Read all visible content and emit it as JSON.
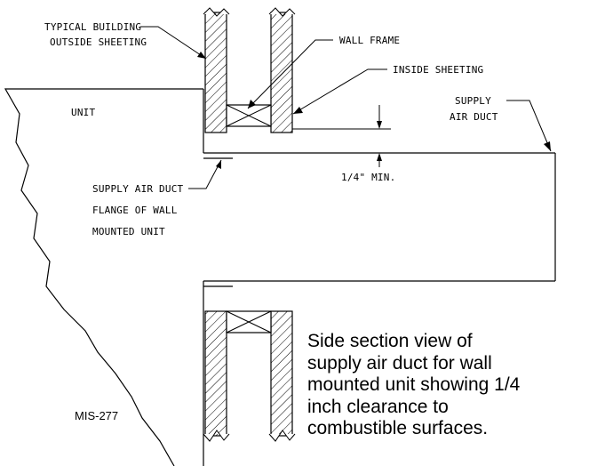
{
  "labels": {
    "typical_building": [
      "TYPICAL BUILDING",
      "OUTSIDE SHEETING"
    ],
    "wall_frame": "WALL FRAME",
    "inside_sheeting": "INSIDE SHEETING",
    "unit": "UNIT",
    "supply_air_duct": [
      "SUPPLY",
      "AIR DUCT"
    ],
    "clearance": "1/4\" MIN.",
    "flange": [
      "SUPPLY AIR DUCT",
      "FLANGE OF WALL",
      "MOUNTED UNIT"
    ]
  },
  "drawing_code": "MIS-277",
  "caption": [
    "Side section view of",
    "supply air duct for wall",
    "mounted unit showing 1/4",
    "inch clearance to",
    "combustible surfaces."
  ]
}
